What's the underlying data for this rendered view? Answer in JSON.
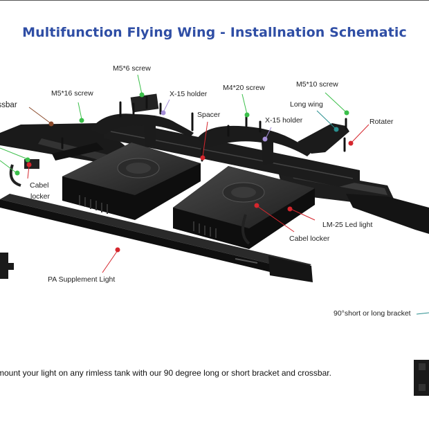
{
  "title": "Multifunction Flying Wing - Installnation Schematic",
  "labels": {
    "m5x6_screw": "M5*6 screw",
    "m5x16_screw": "M5*16 screw",
    "crossbar": "Crossbar",
    "x15_holder_left": "X-15 holder",
    "m4x20_screw": "M4*20 screw",
    "m5x10_screw": "M5*10 screw",
    "spacer": "Spacer",
    "long_wing": "Long wing",
    "x15_holder_right": "X-15 holder",
    "rotater": "Rotater",
    "cabel_locker_left_1": "Cabel",
    "cabel_locker_left_2": "locker",
    "lm25_led_light": "LM-25 Led light",
    "cabel_locker_right": "Cabel locker",
    "pa_supplement_light": "PA Supplement Light",
    "bracket": "90°short or long bracket"
  },
  "caption": "mount your light on any rimless tank with our 90 degree long or short bracket and crossbar.",
  "colors": {
    "title": "#2f4ea5",
    "marker_green": "#3bbf4a",
    "marker_red": "#d5262d",
    "marker_purple": "#a58fd8",
    "marker_teal": "#2a8f8f",
    "marker_brown": "#8a4a2a",
    "hardware": "#1c1c1c"
  }
}
